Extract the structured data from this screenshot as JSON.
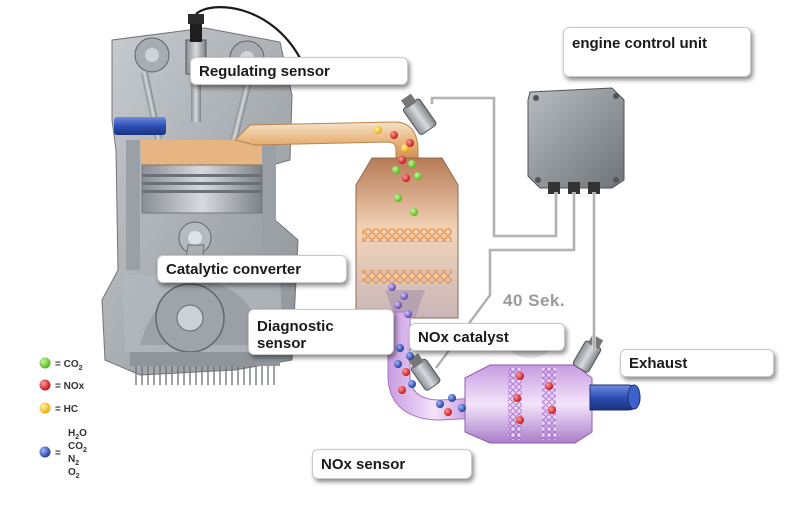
{
  "labels": {
    "regulating_sensor": "Regulating sensor",
    "engine_control_unit": "engine control unit",
    "catalytic_converter": "Catalytic converter",
    "diagnostic_sensor": "Diagnostic sensor",
    "nox_catalyst": "NOx catalyst",
    "exhaust": "Exhaust",
    "nox_sensor": "NOx sensor"
  },
  "timer": "40 Sek.",
  "legend": [
    {
      "color": "#6fd92a",
      "formula": "= CO",
      "sub": "2"
    },
    {
      "color": "#e01515",
      "formula": "= NOx",
      "sub": ""
    },
    {
      "color": "#ffc81a",
      "formula": "= HC",
      "sub": ""
    },
    {
      "color": "#1f45b8",
      "formula": "=",
      "sub": ""
    }
  ],
  "legend_multi": {
    "h2o": "H",
    "h2o_sub": "2",
    "h2o_tail": "O",
    "co2": "CO",
    "co2_sub": "2",
    "n2": "N",
    "n2_sub": "2",
    "o2": "O",
    "o2_sub": "2"
  }
}
